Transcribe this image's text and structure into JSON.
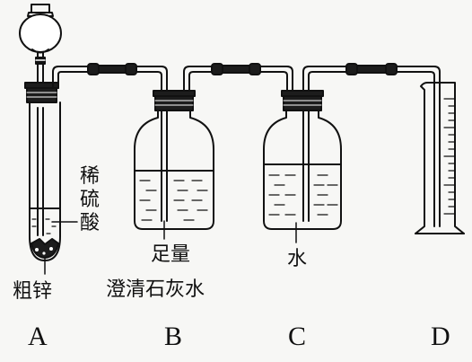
{
  "labels": {
    "reagent_a": "稀硫酸",
    "solid_a": "粗锌",
    "liquid_b_line1": "足量",
    "liquid_b_line2": "澄清石灰水",
    "liquid_c": "水"
  },
  "apparatus_letters": [
    "A",
    "B",
    "C",
    "D"
  ],
  "colors": {
    "ink": "#111111",
    "paper": "#f7f7f5",
    "stopper": "#1c1c1c"
  }
}
